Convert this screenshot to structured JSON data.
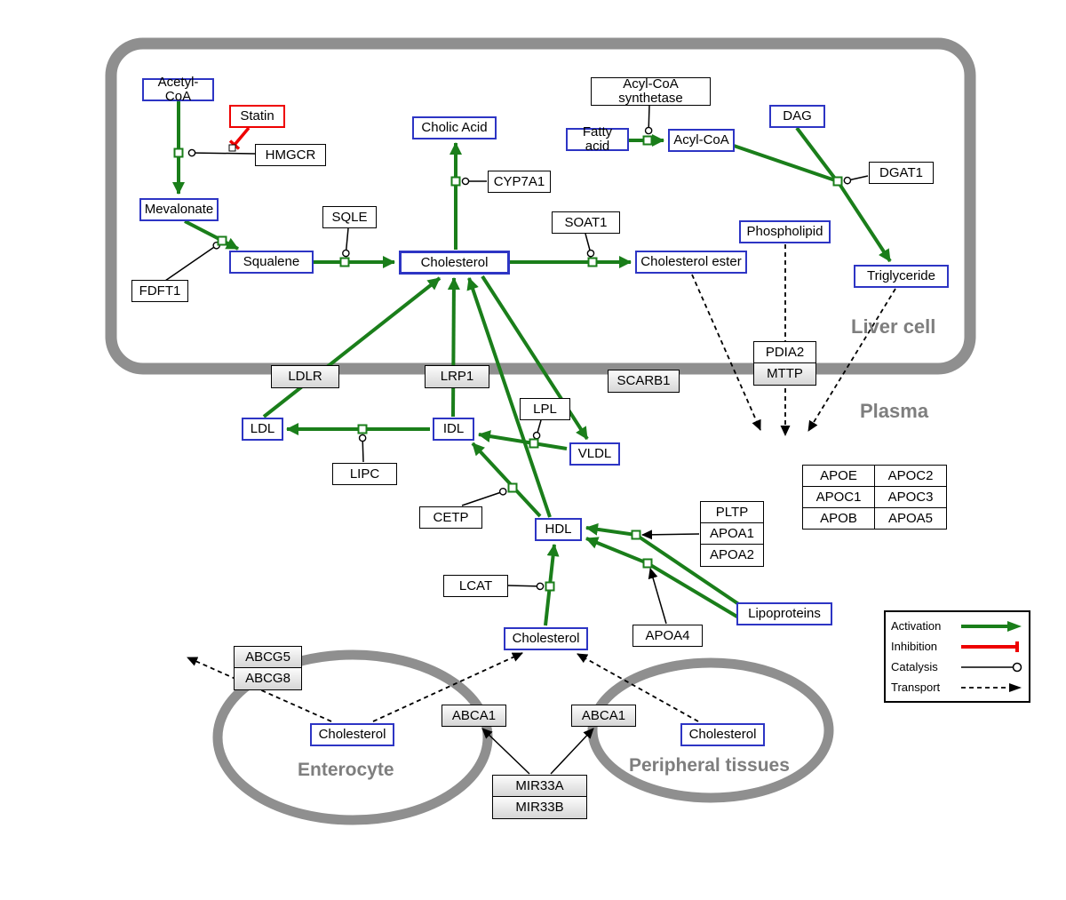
{
  "compartments": {
    "liver": "Liver cell",
    "plasma": "Plasma",
    "enterocyte": "Enterocyte",
    "peripheral": "Peripheral tissues"
  },
  "nodes": {
    "acetyl_coa": "Acetyl-CoA",
    "statin": "Statin",
    "hmgcr": "HMGCR",
    "mevalonate": "Mevalonate",
    "fdft1": "FDFT1",
    "squalene": "Squalene",
    "sqle": "SQLE",
    "cholic_acid": "Cholic Acid",
    "cyp7a1": "CYP7A1",
    "cholesterol_liver": "Cholesterol",
    "soat1": "SOAT1",
    "cholesterol_ester": "Cholesterol ester",
    "acyl_coa_synthetase": "Acyl-CoA synthetase",
    "fatty_acid": "Fatty acid",
    "acyl_coa": "Acyl-CoA",
    "dag": "DAG",
    "dgat1": "DGAT1",
    "phospholipid": "Phospholipid",
    "triglyceride": "Triglyceride",
    "ldlr": "LDLR",
    "lrp1": "LRP1",
    "scarb1": "SCARB1",
    "pdia2": "PDIA2",
    "mttp": "MTTP",
    "ldl": "LDL",
    "idl": "IDL",
    "lipc": "LIPC",
    "lpl": "LPL",
    "vldl": "VLDL",
    "cetp": "CETP",
    "hdl": "HDL",
    "lcat": "LCAT",
    "pltp": "PLTP",
    "apoa1": "APOA1",
    "apoa2": "APOA2",
    "apoa4": "APOA4",
    "lipoproteins": "Lipoproteins",
    "cholesterol_plasma": "Cholesterol",
    "apoe": "APOE",
    "apoc2": "APOC2",
    "apoc1": "APOC1",
    "apoc3": "APOC3",
    "apob": "APOB",
    "apoa5": "APOA5",
    "abcg5": "ABCG5",
    "abcg8": "ABCG8",
    "cholesterol_enterocyte": "Cholesterol",
    "abca1_left": "ABCA1",
    "abca1_right": "ABCA1",
    "cholesterol_peripheral": "Cholesterol",
    "mir33a": "MIR33A",
    "mir33b": "MIR33B"
  },
  "legend": {
    "activation": "Activation",
    "inhibition": "Inhibition",
    "catalysis": "Catalysis",
    "transport": "Transport"
  },
  "colors": {
    "activation_green": "#1a7e1a",
    "inhibition_red": "#ee0000",
    "metabolite_blue": "#2d35c4",
    "membrane_gray": "#8f8f8f",
    "label_gray": "#7e7e7e"
  }
}
